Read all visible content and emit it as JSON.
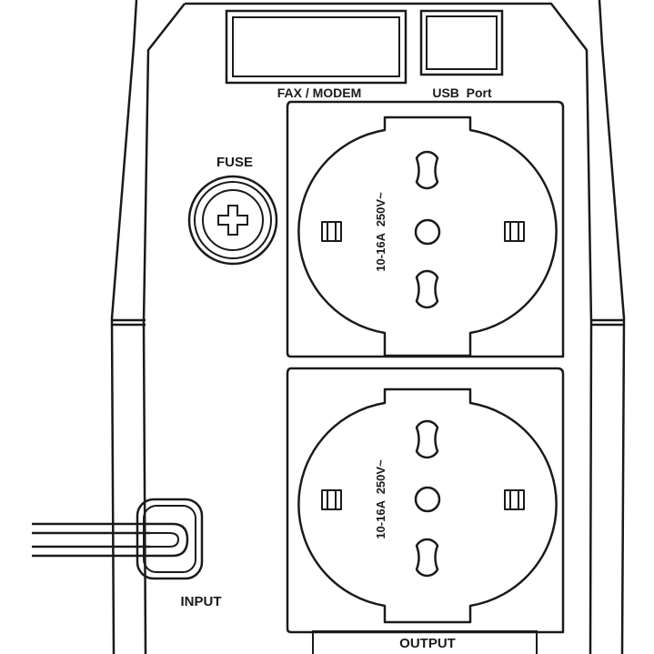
{
  "labels": {
    "fax_modem": "FAX / MODEM",
    "usb_port": "USB  Port",
    "fuse": "FUSE",
    "input": "INPUT",
    "output": "OUTPUT"
  },
  "sockets": [
    {
      "rating": "10-16A  250V~"
    },
    {
      "rating": "10-16A  250V~"
    }
  ],
  "colors": {
    "line": "#1a1a1a",
    "background": "#ffffff"
  }
}
